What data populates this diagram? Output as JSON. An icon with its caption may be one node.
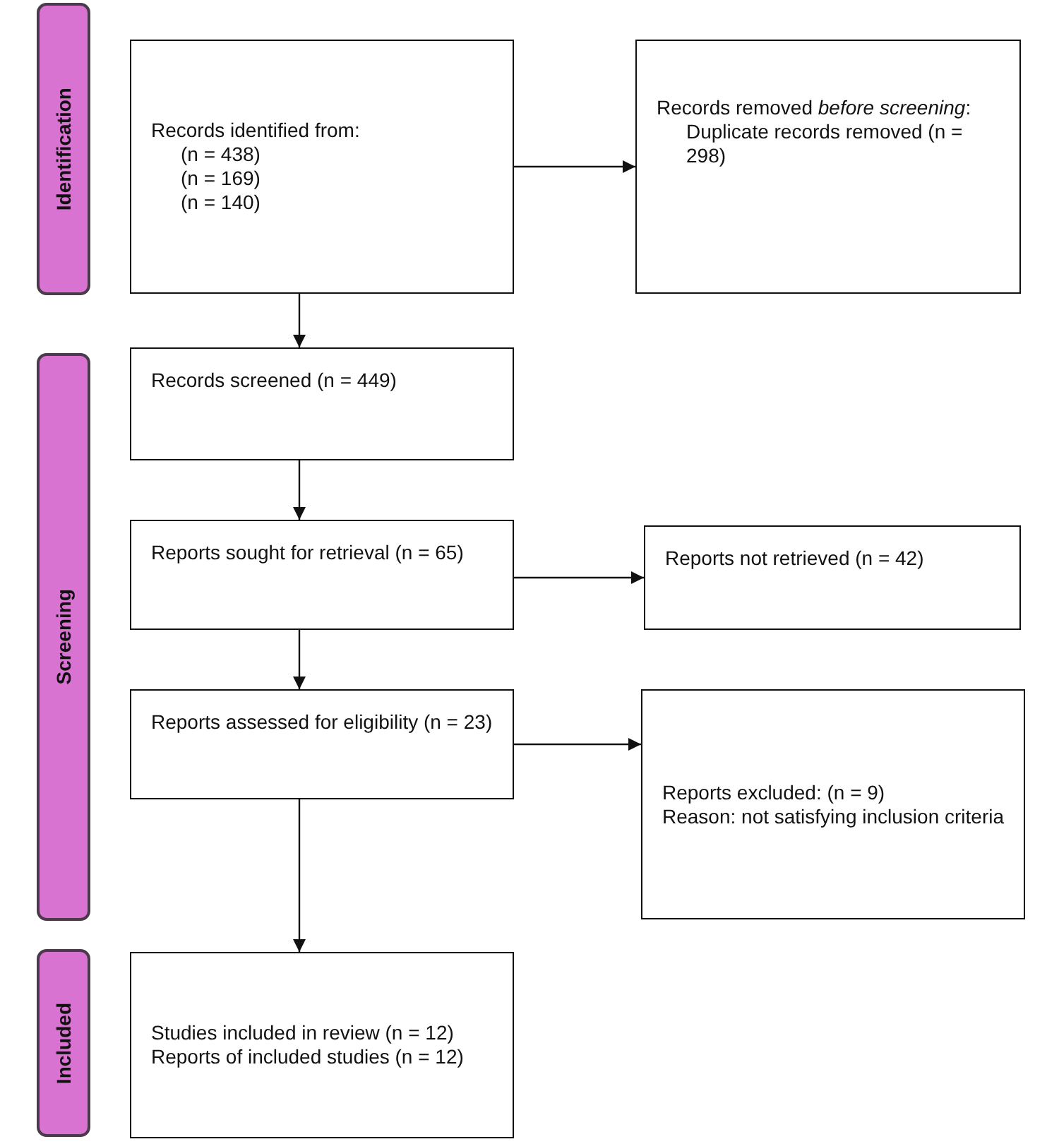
{
  "diagram": {
    "nodes": [
      {
        "text": [
          "Identification"
        ]
      },
      {
        "text": [
          "Records identified from:",
          "(n = 438)",
          "(n = 169)",
          "(n = 140)"
        ]
      },
      {
        "text": [
          "Records removed *before screening*:",
          "Duplicate records removed (n = 298)"
        ]
      },
      {
        "text": [
          "Screening"
        ]
      },
      {
        "text": [
          "Records screened (n = 449)"
        ]
      },
      {
        "text": [
          "Reports sought for retrieval (n = 65)"
        ]
      },
      {
        "text": [
          "Reports not retrieved (n = 42)"
        ]
      },
      {
        "text": [
          "Reports assessed for eligibility (n = 23)"
        ]
      },
      {
        "text": [
          "Reports excluded: (n = 9)",
          "Reason: not satisfying inclusion criteria"
        ]
      },
      {
        "text": [
          "Included"
        ]
      },
      {
        "text": [
          "Studies included in review (n = 12)",
          "Reports of included studies (n = 12)"
        ]
      }
    ],
    "edges": [
      {
        "from": 1,
        "to": 2,
        "arrow": "to"
      },
      {
        "from": 1,
        "to": 4,
        "arrow": "to"
      },
      {
        "from": 4,
        "to": 5,
        "arrow": "to"
      },
      {
        "from": 5,
        "to": 6,
        "arrow": "to"
      },
      {
        "from": 5,
        "to": 7,
        "arrow": "to"
      },
      {
        "from": 7,
        "to": 8,
        "arrow": "to"
      },
      {
        "from": 7,
        "to": 10,
        "arrow": "to"
      }
    ]
  }
}
